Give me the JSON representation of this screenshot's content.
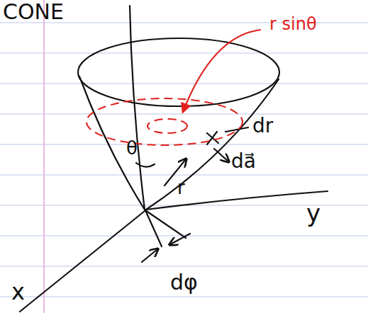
{
  "diagram": {
    "title": "CONE",
    "labels": [
      "r sinθ",
      "dr",
      "da⃗",
      "θ",
      "r",
      "y",
      "dφ",
      "x"
    ]
  }
}
